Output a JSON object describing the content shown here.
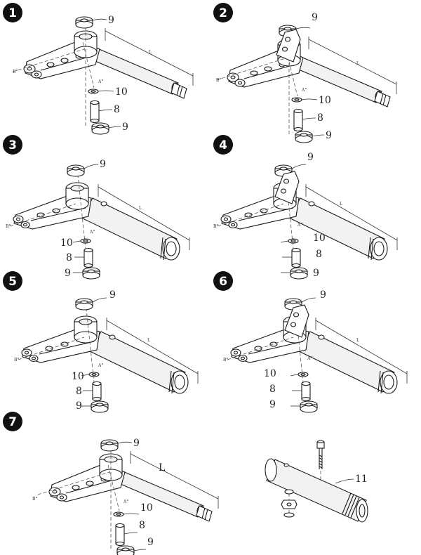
{
  "badges": [
    "1",
    "2",
    "3",
    "4",
    "5",
    "6",
    "7"
  ],
  "parts": {
    "bearing": "9",
    "spacer": "8",
    "washer": "10",
    "axle_tube": "11"
  },
  "dims": {
    "length": "L",
    "angle_a": "A°",
    "angle_b": "B°"
  },
  "colors": {
    "badge": "#111111",
    "line": "#1a1a1a",
    "fill": "#f2f2f2"
  }
}
